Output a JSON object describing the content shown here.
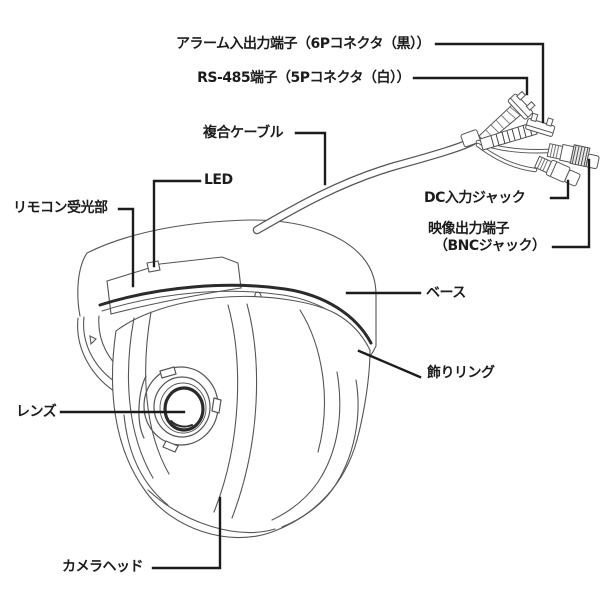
{
  "diagram": {
    "labels": {
      "alarm_io": "アラーム入出力端子（6Pコネクタ（黒））",
      "rs485": "RS-485端子（5Pコネクタ（白））",
      "composite_cable": "複合ケーブル",
      "led": "LED",
      "remote_sensor": "リモコン受光部",
      "dc_jack": "DC入力ジャック",
      "video_out": "映像出力端子",
      "video_out_sub": "（BNCジャック）",
      "base": "ベース",
      "decorative_ring": "飾りリング",
      "lens": "レンズ",
      "camera_head": "カメラヘッド"
    },
    "colors": {
      "background": "#ffffff",
      "line_art": "#555555",
      "dark_accent": "#2b2b2b",
      "leader_line": "#1c1c1c",
      "label_text": "#1c1c1c"
    }
  }
}
